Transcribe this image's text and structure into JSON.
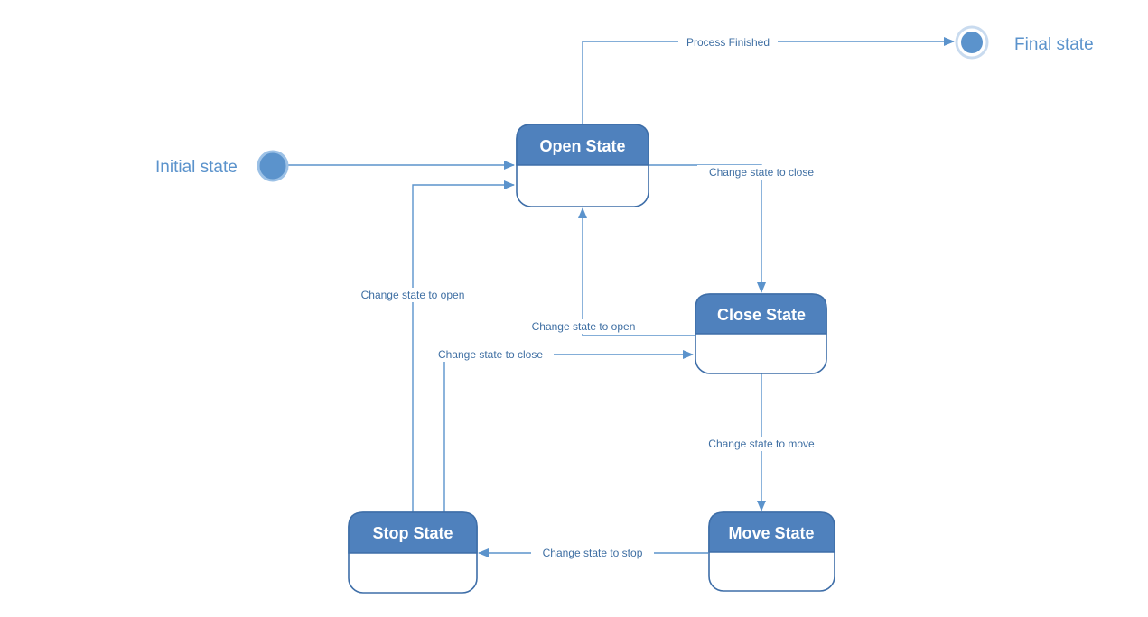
{
  "endpoints": {
    "initial": "Initial state",
    "final": "Final state"
  },
  "states": {
    "open": "Open State",
    "close": "Close State",
    "move": "Move State",
    "stop": "Stop State"
  },
  "transitions": {
    "open_to_final": "Process Finished",
    "open_to_close": "Change state to close",
    "close_to_open": "Change state to open",
    "stop_to_open": "Change state to open",
    "stop_to_close": "Change state to close",
    "close_to_move": "Change state to move",
    "move_to_stop": "Change state to stop"
  },
  "colors": {
    "state_header": "#4f81bd",
    "state_border": "#3e6ea8",
    "edge": "#5b93cc",
    "node_fill": "#5b93cc",
    "label_text": "#3f6fa3"
  }
}
